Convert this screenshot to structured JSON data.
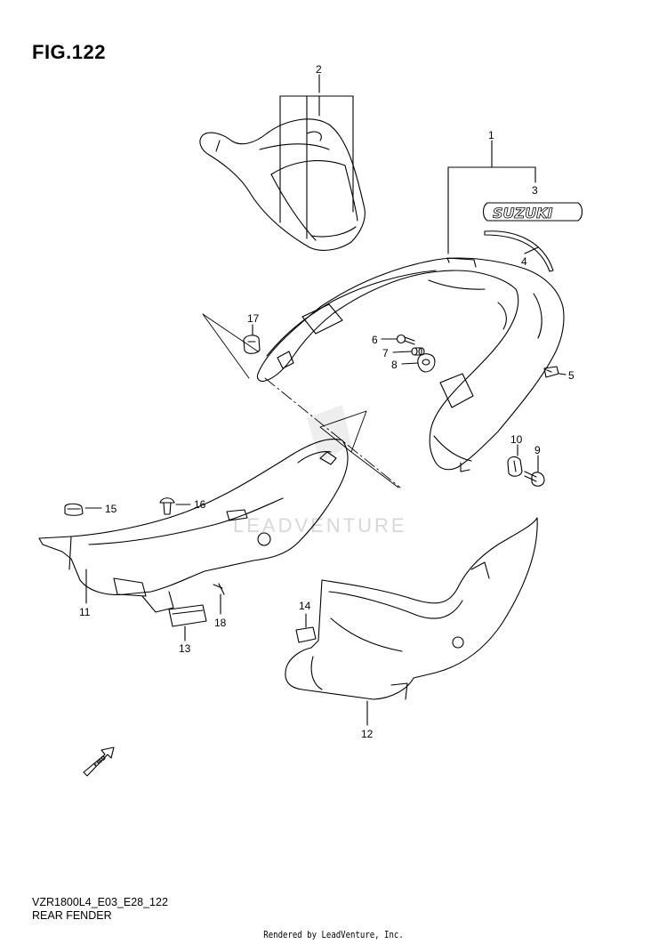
{
  "header": {
    "title": "FIG.122"
  },
  "callouts": [
    "1",
    "2",
    "3",
    "4",
    "5",
    "6",
    "7",
    "8",
    "9",
    "10",
    "11",
    "12",
    "13",
    "14",
    "15",
    "16",
    "17",
    "18"
  ],
  "emblem_text": "SUZUKI",
  "fwd_text": "FWD",
  "watermark": "LEADVENTURE",
  "footer": {
    "model_code": "VZR1800L4_E03_E28_122",
    "diagram_name": "REAR FENDER"
  },
  "credit": "Rendered by LeadVenture, Inc."
}
